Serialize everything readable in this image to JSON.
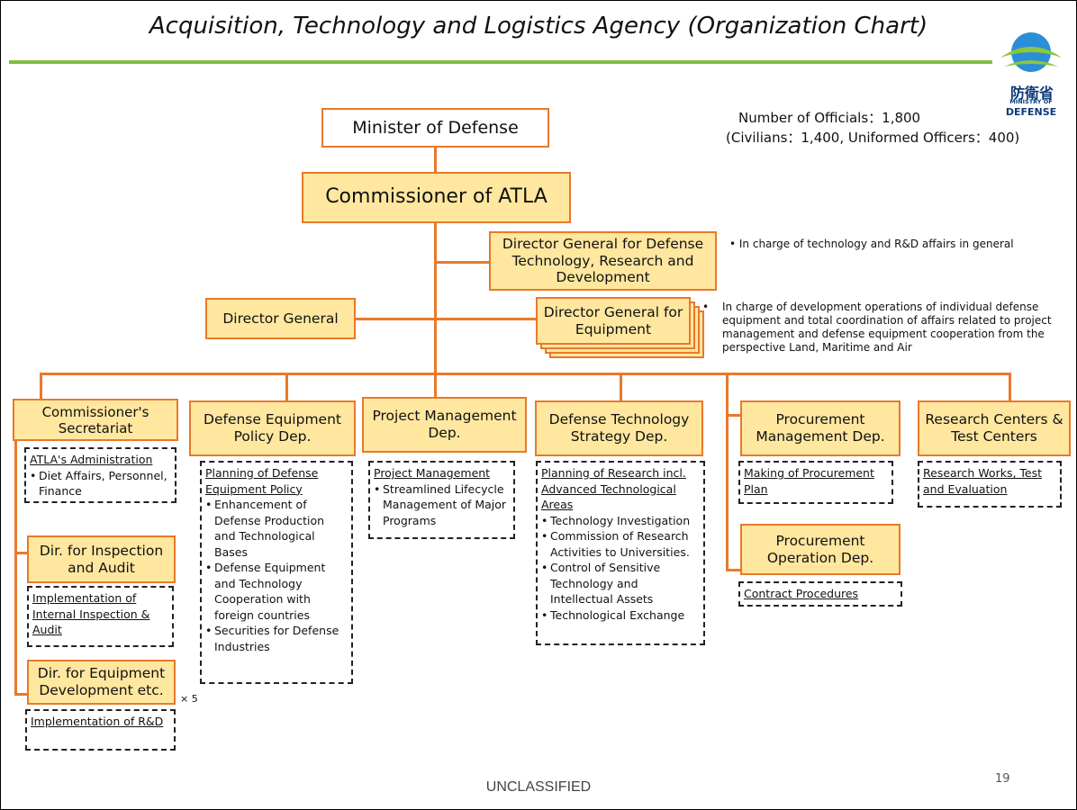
{
  "title": "Acquisition, Technology and Logistics Agency (Organization Chart)",
  "logo": {
    "text_ja": "防衛省",
    "text_small": "MINISTRY OF",
    "text_big": "DEFENSE"
  },
  "officials": {
    "line1": "Number of Officials：1,800",
    "line2": "(Civilians：1,400, Uniformed Officers：400)"
  },
  "nodes": {
    "minister": "Minister of Defense",
    "commissioner": "Commissioner of ATLA",
    "dg_tech": "Director General for Defense Technology, Research and Development",
    "dg_tech_note": "• In charge of technology and R&D affairs in general",
    "director_general": "Director General",
    "dg_equipment": "Director General for Equipment",
    "dg_equipment_note": "In charge of development operations of individual defense equipment  and total coordination of affairs related to project management and defense equipment cooperation from the perspective Land, Maritime and Air",
    "secretariat": "Commissioner's Secretariat",
    "policy_dep": "Defense  Equipment Policy Dep.",
    "project_dep": "Project Management Dep.",
    "strategy_dep": "Defense  Technology Strategy Dep.",
    "procurement_mgmt": "Procurement Management Dep.",
    "research_centers": "Research Centers & Test Centers",
    "inspection": "Dir. for Inspection and Audit",
    "equip_dev": "Dir. for Equipment Development etc.",
    "procurement_op": "Procurement Operation Dep.",
    "x5": "× 5"
  },
  "details": {
    "secretariat": {
      "heading": "ATLA's Administration",
      "items": [
        "Diet Affairs, Personnel, Finance"
      ]
    },
    "inspection": {
      "heading": "Implementation of Internal Inspection & Audit",
      "items": []
    },
    "equip_dev": {
      "heading": "Implementation of R&D",
      "items": []
    },
    "policy": {
      "heading": "Planning of Defense Equipment Policy",
      "items": [
        "Enhancement of Defense Production and Technological Bases",
        "Defense Equipment and Technology Cooperation with foreign countries",
        "Securities for Defense Industries"
      ]
    },
    "project": {
      "heading": "Project Management",
      "items": [
        "Streamlined Lifecycle Management of Major Programs"
      ]
    },
    "strategy": {
      "heading": "Planning of Research incl. Advanced Technological Areas",
      "items": [
        "Technology Investigation",
        "Commission  of Research Activities to Universities.",
        "Control of Sensitive Technology and Intellectual Assets",
        "Technological Exchange"
      ]
    },
    "procurement_mgmt": {
      "heading": "Making of Procurement Plan",
      "items": []
    },
    "procurement_op": {
      "heading": "Contract Procedures",
      "items": []
    },
    "research": {
      "heading": "Research Works, Test and Evaluation",
      "items": []
    }
  },
  "footer": "UNCLASSIFIED",
  "page_number": "19",
  "colors": {
    "box_fill": "#ffe79f",
    "box_border": "#e8792a",
    "connector": "#e8792a",
    "title_rule": "#7fbf3f",
    "logo_blue": "#2a8fd6",
    "logo_green": "#8cc63f"
  }
}
